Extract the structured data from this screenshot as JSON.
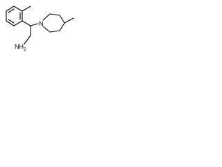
{
  "molecule": {
    "atoms": {
      "nitrogen": "N",
      "amine": "NH",
      "amine_subscript": "2"
    },
    "line_color": "#000000",
    "background": "#ffffff"
  }
}
